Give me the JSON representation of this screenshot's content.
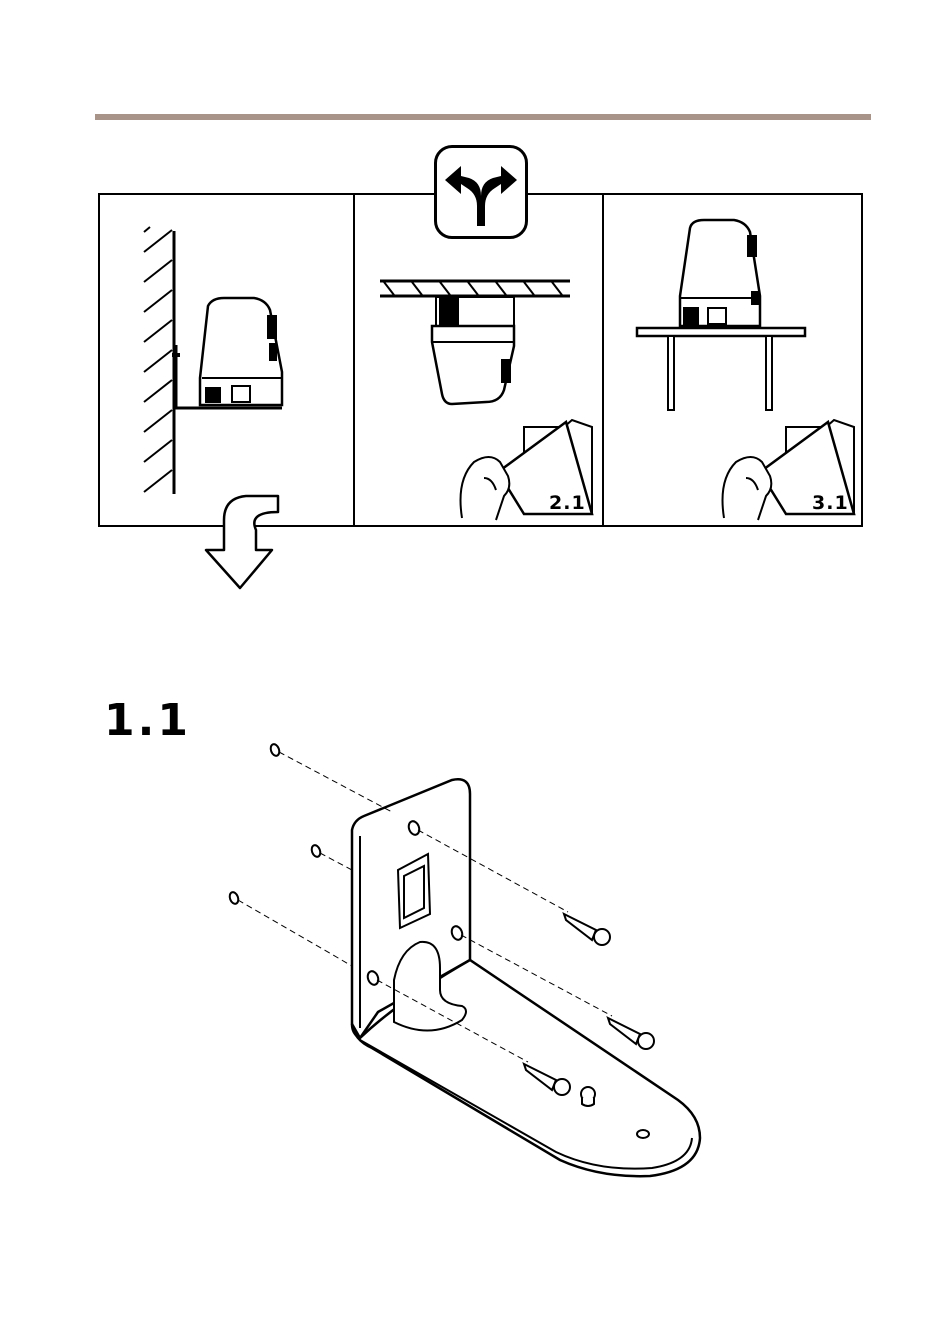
{
  "header": {
    "rule_color": "#a89488"
  },
  "options": {
    "branch_icon": "fork-arrows-icon",
    "panels": [
      {
        "id": "wall",
        "icon": "wall-mount-scene",
        "ref": ""
      },
      {
        "id": "ceiling",
        "icon": "ceiling-mount-scene",
        "ref": "2.1"
      },
      {
        "id": "table",
        "icon": "table-mount-scene",
        "ref": "3.1"
      }
    ],
    "continue_icon": "down-arrow-icon"
  },
  "step": {
    "number": "1.1",
    "illustration": "bracket-with-screws-icon"
  }
}
